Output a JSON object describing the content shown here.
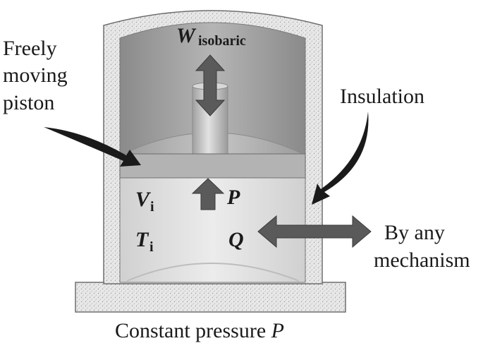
{
  "labels": {
    "freely_line1": "Freely",
    "freely_line2": "moving",
    "freely_line3": "piston",
    "insulation": "Insulation",
    "by_any_line1": "By any",
    "by_any_line2": "mechanism",
    "caption_text": "Constant pressure ",
    "caption_symbol": "P"
  },
  "symbols": {
    "work": "W",
    "work_sub": "isobaric",
    "volume": "V",
    "volume_sub": "i",
    "temperature": "T",
    "temperature_sub": "i",
    "pressure": "P",
    "heat": "Q"
  },
  "colors": {
    "insulation_fill": "#e6e6e6",
    "cylinder_upper": "#a9a9a9",
    "gas_region": "#e3e3e3",
    "piston": "#b3b3b3",
    "arrow_fill": "#5a5a5a",
    "text": "#1a1a1a"
  }
}
